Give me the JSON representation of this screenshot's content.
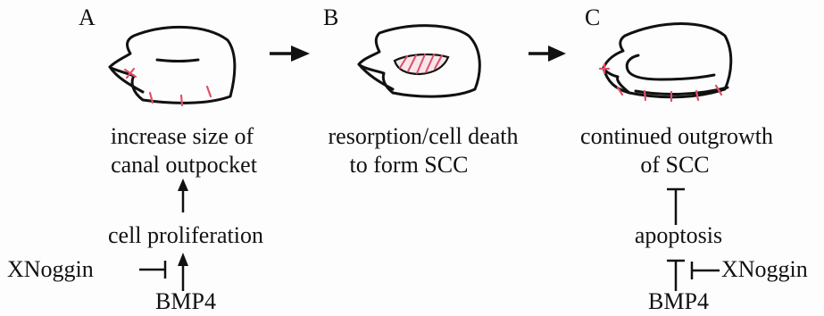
{
  "panels": [
    {
      "letter": "A",
      "caption_line1": "increase size of",
      "caption_line2": "canal outpocket",
      "process": "cell proliferation",
      "inhibitor": "XNoggin",
      "signal": "BMP4"
    },
    {
      "letter": "B",
      "caption_line1": "resorption/cell death",
      "caption_line2": "to form SCC"
    },
    {
      "letter": "C",
      "caption_line1": "continued outgrowth",
      "caption_line2": "of SCC",
      "process": "apoptosis",
      "inhibitor": "XNoggin",
      "signal": "BMP4"
    }
  ],
  "colors": {
    "ink": "#111111",
    "mark": "#e0506a"
  }
}
